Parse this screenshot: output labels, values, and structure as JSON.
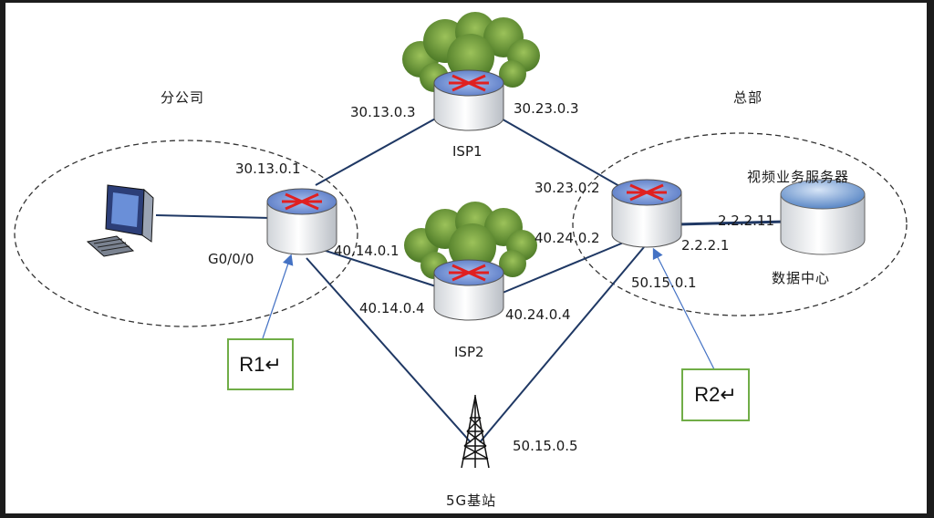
{
  "regions": {
    "branch": "分公司",
    "hq": "总部",
    "data_center": "数据中心",
    "video_server": "视频业务服务器"
  },
  "devices": {
    "isp1": "ISP1",
    "isp2": "ISP2",
    "base_station": "5G基站",
    "r1": "R1↵",
    "r2": "R2↵"
  },
  "interfaces": {
    "r1_isp1": "30.13.0.1",
    "isp1_r1": "30.13.0.3",
    "isp1_r2": "30.23.0.3",
    "r2_isp1": "30.23.0.2",
    "r1_g0": "G0/0/0",
    "r1_isp2": "40.14.0.1",
    "isp2_r1": "40.14.0.4",
    "isp2_r2": "40.24.0.4",
    "r2_isp2": "40.24.0.2",
    "r2_5g": "50.15.0.1",
    "bs_5g": "50.15.0.5",
    "r2_dc": "2.2.2.1",
    "dc_r2": "2.2.2.11"
  },
  "colors": {
    "link": "#1f3864",
    "arrow": "#4472c4",
    "router_arrow": "#e02020",
    "router_top": "#6c8fd4",
    "label_border": "#70ad47"
  }
}
